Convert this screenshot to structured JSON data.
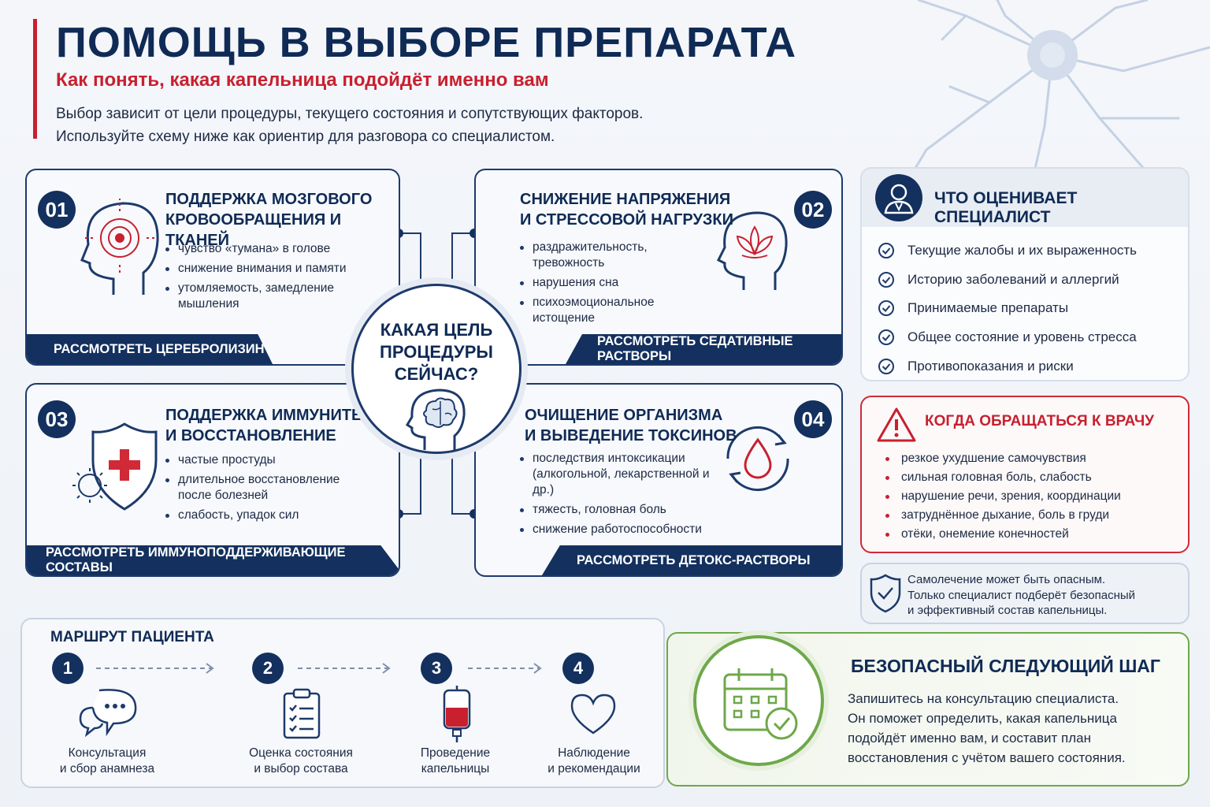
{
  "header": {
    "title": "ПОМОЩЬ В ВЫБОРЕ ПРЕПАРАТА",
    "subtitle": "Как понять, какая капельница подойдёт именно вам",
    "intro_line1": "Выбор зависит от цели процедуры, текущего состояния и сопутствующих факторов.",
    "intro_line2": "Используйте схему ниже как ориентир для разговора со специалистом."
  },
  "center": {
    "question_line1": "КАКАЯ ЦЕЛЬ",
    "question_line2": "ПРОЦЕДУРЫ",
    "question_line3": "СЕЙЧАС?"
  },
  "cards": [
    {
      "number": "01",
      "title_line1": "ПОДДЕРЖКА МОЗГОВОГО",
      "title_line2": "КРОВООБРАЩЕНИЯ И ТКАНЕЙ",
      "items": [
        "чувство «тумана» в голове",
        "снижение внимания и памяти",
        "утомляемость, замедление мышления"
      ],
      "action": "РАССМОТРЕТЬ ЦЕРЕБРОЛИЗИН",
      "icon": "head-target-icon"
    },
    {
      "number": "02",
      "title_line1": "СНИЖЕНИЕ НАПРЯЖЕНИЯ",
      "title_line2": "И СТРЕССОВОЙ НАГРУЗКИ",
      "items": [
        "раздражительность, тревожность",
        "нарушения сна",
        "психоэмоциональное истощение"
      ],
      "action": "РАССМОТРЕТЬ СЕДАТИВНЫЕ РАСТВОРЫ",
      "icon": "head-lotus-icon"
    },
    {
      "number": "03",
      "title_line1": "ПОДДЕРЖКА ИММУНИТЕТА",
      "title_line2": "И ВОССТАНОВЛЕНИЕ",
      "items": [
        "частые простуды",
        "длительное восстановление после болезней",
        "слабость, упадок сил"
      ],
      "action": "РАССМОТРЕТЬ ИММУНОПОДДЕРЖИВАЮЩИЕ СОСТАВЫ",
      "icon": "shield-cross-icon"
    },
    {
      "number": "04",
      "title_line1": "ОЧИЩЕНИЕ ОРГАНИЗМА",
      "title_line2": "И ВЫВЕДЕНИЕ ТОКСИНОВ",
      "items": [
        "последствия интоксикации (алкогольной, лекарственной и др.)",
        "тяжесть, головная боль",
        "снижение работоспособности"
      ],
      "action": "РАССМОТРЕТЬ ДЕТОКС-РАСТВОРЫ",
      "icon": "drop-cycle-icon"
    }
  ],
  "specialist": {
    "title": "ЧТО ОЦЕНИВАЕТ СПЕЦИАЛИСТ",
    "items": [
      "Текущие жалобы и их выраженность",
      "Историю заболеваний и аллергий",
      "Принимаемые препараты",
      "Общее состояние и уровень стресса",
      "Противопоказания и риски"
    ]
  },
  "warning": {
    "title": "КОГДА ОБРАЩАТЬСЯ К ВРАЧУ",
    "items": [
      "резкое ухудшение самочувствия",
      "сильная головная боль, слабость",
      "нарушение речи, зрения, координации",
      "затруднённое дыхание, боль в груди",
      "отёки, онемение конечностей"
    ]
  },
  "note": {
    "line1": "Самолечение может быть опасным.",
    "line2": "Только специалист подберёт безопасный",
    "line3": "и эффективный состав капельницы."
  },
  "route": {
    "title": "МАРШРУТ ПАЦИЕНТА",
    "steps": [
      {
        "number": "1",
        "line1": "Консультация",
        "line2": "и сбор анамнеза",
        "icon": "chat-bubbles-icon"
      },
      {
        "number": "2",
        "line1": "Оценка состояния",
        "line2": "и выбор состава",
        "icon": "clipboard-icon"
      },
      {
        "number": "3",
        "line1": "Проведение",
        "line2": "капельницы",
        "icon": "iv-bag-icon"
      },
      {
        "number": "4",
        "line1": "Наблюдение",
        "line2": "и рекомендации",
        "icon": "heart-icon"
      }
    ]
  },
  "next_step": {
    "title": "БЕЗОПАСНЫЙ СЛЕДУЮЩИЙ ШАГ",
    "line1": "Запишитесь на консультацию специалиста.",
    "line2": "Он поможет определить, какая капельница",
    "line3": "подойдёт именно вам, и составит план",
    "line4": "восстановления с учётом вашего состояния."
  },
  "colors": {
    "navy": "#13305e",
    "red": "#c8202f",
    "green": "#6ea84a"
  }
}
